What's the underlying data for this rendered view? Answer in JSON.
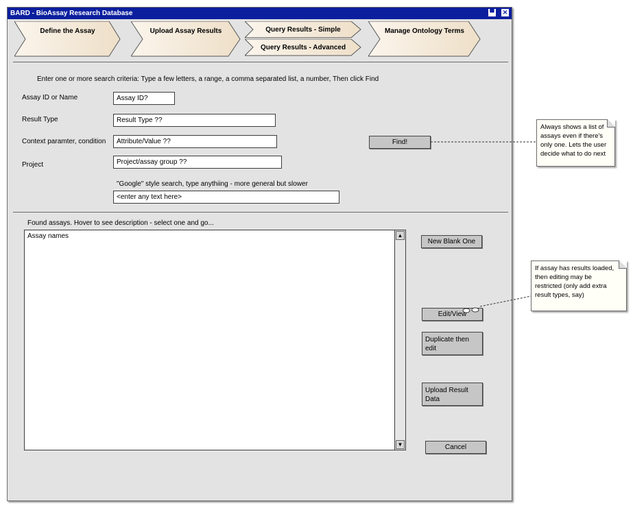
{
  "window": {
    "title": "BARD - BioAssay Research Database"
  },
  "nav": {
    "define": "Define the Assay",
    "upload": "Upload Assay Results",
    "query_simple": "Query Results - Simple",
    "query_advanced": "Query Results - Advanced",
    "ontology": "Manage Ontology Terms"
  },
  "search": {
    "instructions": "Enter one or more search criteria: Type a few letters, a range, a comma separated list, a number, Then click Find",
    "assay_id_label": "Assay ID or Name",
    "assay_id_value": "Assay ID?",
    "result_type_label": "Result Type",
    "result_type_value": "Result Type ??",
    "context_label": "Context paramter, condition",
    "context_value": "Attribute/Value ??",
    "project_label": "Project",
    "project_value": "Project/assay group ??",
    "google_label": "\"Google\" style search, type anythiing - more general but slower",
    "google_value": "<enter any text here>",
    "find_button": "Find!"
  },
  "results": {
    "label": "Found assays. Hover to see description - select one and go...",
    "list_header": "Assay names"
  },
  "buttons": {
    "new_blank": "New Blank One",
    "edit_view": "Edit/View",
    "duplicate_line1": "Duplicate then",
    "duplicate_line2": "edit",
    "upload_line1": "Upload Result",
    "upload_line2": "Data",
    "cancel": "Cancel"
  },
  "notes": {
    "find_note": [
      "Always shows a list of",
      "assays even if there's",
      "only one.  Lets the user",
      "decide what to do next"
    ],
    "edit_note": [
      "If assay has results loaded,",
      "then editing may be",
      "restricted (only add extra",
      "result types, say)"
    ]
  }
}
